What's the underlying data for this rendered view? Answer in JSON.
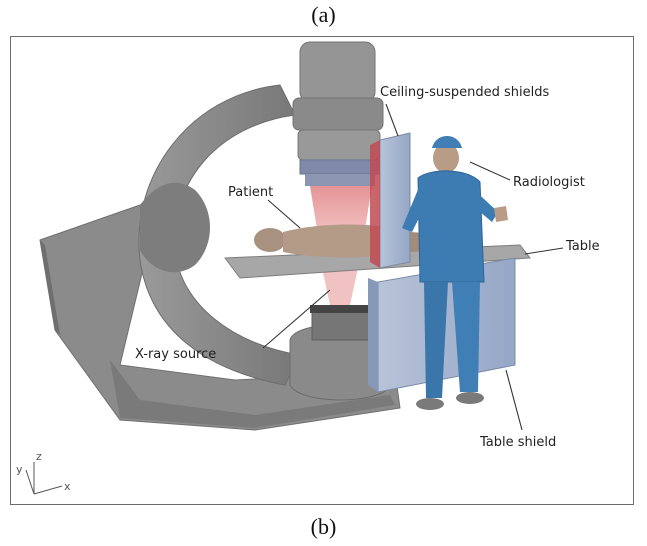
{
  "captions": {
    "top": "(a)",
    "bottom": "(b)"
  },
  "labels": {
    "ceiling_shields": "Ceiling-suspended shields",
    "radiologist": "Radiologist",
    "patient": "Patient",
    "table": "Table",
    "xray_source": "X-ray source",
    "table_shield": "Table shield"
  },
  "axes": {
    "y": "y",
    "z": "z",
    "x": "x"
  },
  "colors": {
    "machine": "#8f8f8f",
    "machine_dark": "#6e6e6e",
    "shield": "#9fb0cc",
    "beam": "#e9a8a8",
    "scrubs": "#3f7fb5",
    "skin": "#b89c86"
  }
}
